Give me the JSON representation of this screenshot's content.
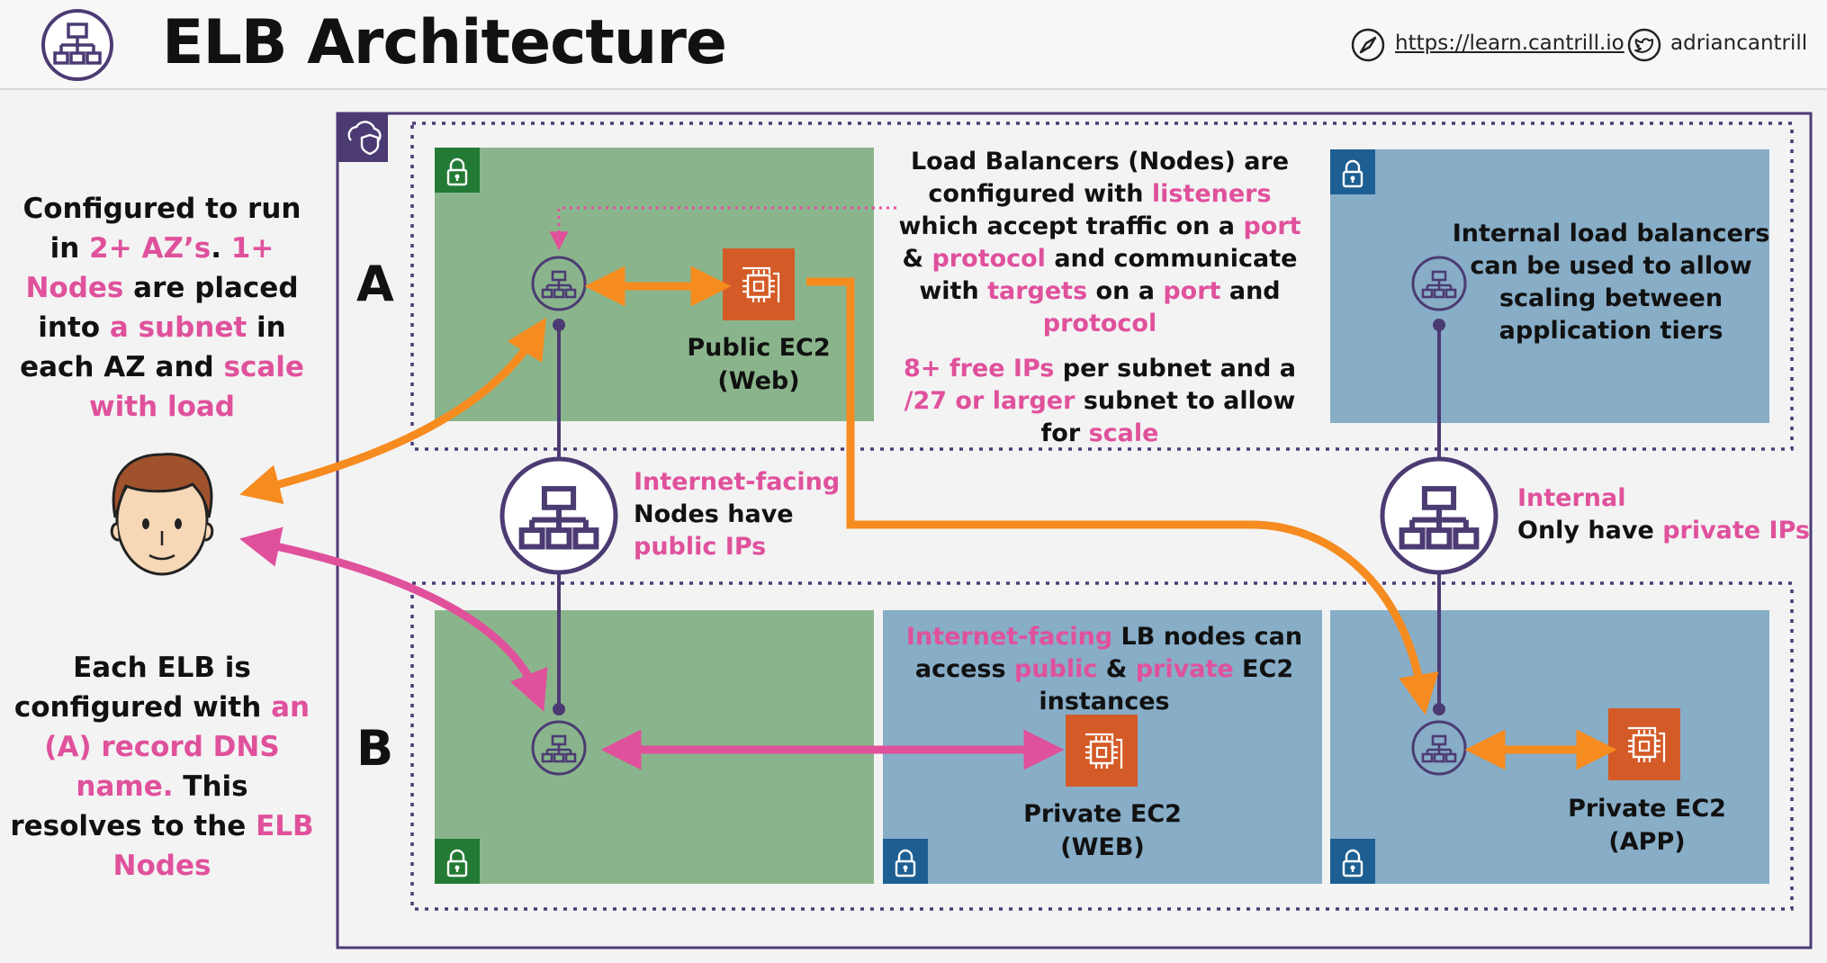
{
  "header": {
    "title": "ELB Architecture",
    "site_link": "https://learn.cantrill.io",
    "twitter_handle": "adriancantrill"
  },
  "left_notes": {
    "top": [
      {
        "t": "Configured to run in ",
        "c": "n"
      },
      {
        "t": "2+ AZ’s",
        "c": "h"
      },
      {
        "t": ". ",
        "c": "n"
      },
      {
        "t": "1+ Nodes",
        "c": "h"
      },
      {
        "t": " are placed into ",
        "c": "n"
      },
      {
        "t": "a subnet",
        "c": "h"
      },
      {
        "t": " in each AZ and ",
        "c": "n"
      },
      {
        "t": "scale with load",
        "c": "h"
      }
    ],
    "bottom": [
      {
        "t": "Each ELB is configured with ",
        "c": "n"
      },
      {
        "t": "an (A) record DNS name.",
        "c": "h"
      },
      {
        "t": " This resolves to the ",
        "c": "n"
      },
      {
        "t": "ELB Nodes",
        "c": "h"
      }
    ]
  },
  "az_labels": {
    "a": "A",
    "b": "B"
  },
  "callouts": {
    "load_balancers": [
      {
        "t": "Load Balancers (Nodes) are configured with ",
        "c": "n"
      },
      {
        "t": "listeners",
        "c": "h"
      },
      {
        "t": " which accept traffic on a ",
        "c": "n"
      },
      {
        "t": "port",
        "c": "h"
      },
      {
        "t": " & ",
        "c": "n"
      },
      {
        "t": "protocol",
        "c": "h"
      },
      {
        "t": " and communicate with ",
        "c": "n"
      },
      {
        "t": "targets",
        "c": "h"
      },
      {
        "t": " on a ",
        "c": "n"
      },
      {
        "t": "port",
        "c": "h"
      },
      {
        "t": " and ",
        "c": "n"
      },
      {
        "t": "protocol",
        "c": "h"
      }
    ],
    "free_ips": [
      {
        "t": "8+ free IPs",
        "c": "h"
      },
      {
        "t": " per subnet and a ",
        "c": "n"
      },
      {
        "t": "/27 or larger",
        "c": "h"
      },
      {
        "t": " subnet to allow for ",
        "c": "n"
      },
      {
        "t": "scale",
        "c": "h"
      }
    ],
    "internal_lb": [
      {
        "t": "Internal load balancers can be used to allow scaling between application tiers",
        "c": "n"
      }
    ],
    "internet_facing": [
      {
        "t": "Internet-facing",
        "c": "h"
      },
      {
        "t": "\nNodes have\n",
        "c": "n"
      },
      {
        "t": "public IPs",
        "c": "h"
      }
    ],
    "internal": [
      {
        "t": "Internal",
        "c": "h"
      },
      {
        "t": "\nOnly have ",
        "c": "n"
      },
      {
        "t": "private IPs",
        "c": "h"
      }
    ],
    "access": [
      {
        "t": "Internet-facing",
        "c": "h"
      },
      {
        "t": " LB nodes can access ",
        "c": "n"
      },
      {
        "t": "public",
        "c": "h"
      },
      {
        "t": " & ",
        "c": "n"
      },
      {
        "t": "private",
        "c": "h"
      },
      {
        "t": " EC2 instances",
        "c": "n"
      }
    ]
  },
  "ec2": {
    "public_web": {
      "line1": "Public EC2",
      "line2": "(Web)"
    },
    "private_web": {
      "line1": "Private EC2",
      "line2": "(WEB)"
    },
    "private_app": {
      "line1": "Private EC2",
      "line2": "(APP)"
    }
  },
  "colors": {
    "accent_pink": "#e0519c",
    "arrow_orange": "#f68b1f",
    "purple": "#4c3b73",
    "public_subnet": "#8ab58c",
    "private_subnet": "#87adc7",
    "ec2_orange": "#d45b27",
    "lock_green": "#237a34",
    "lock_blue": "#1d5f92"
  },
  "icons": [
    "network-hierarchy-icon",
    "cloud-shield-icon",
    "lock-icon",
    "ec2-chip-icon",
    "compass-icon",
    "twitter-bird-icon",
    "user-avatar-icon"
  ]
}
